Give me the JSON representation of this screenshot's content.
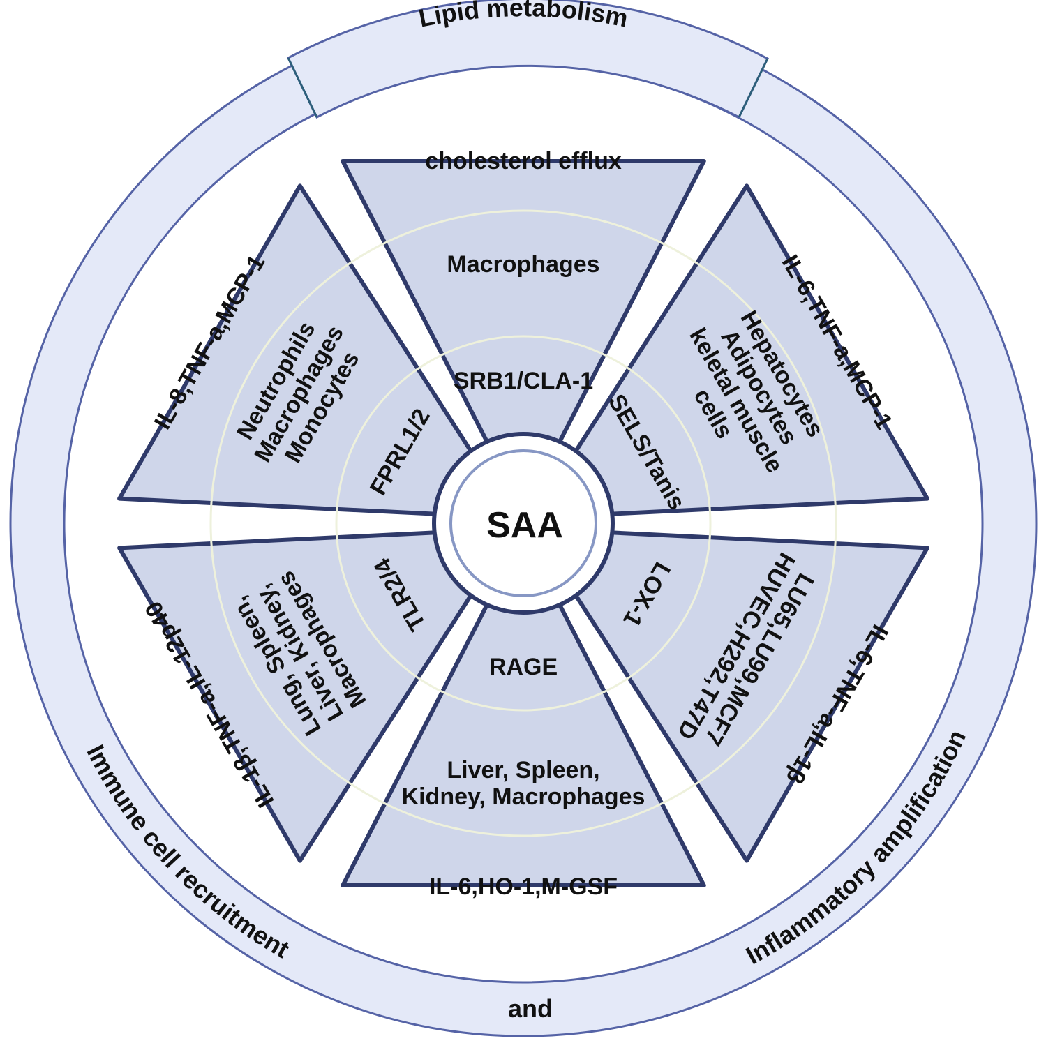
{
  "center": {
    "label": "SAA"
  },
  "outer_ring": {
    "top_label": "Lipid metabolism",
    "left_label": "Immune cell recruitment",
    "bottom_label": "and",
    "right_label": "Inflammatory amplification"
  },
  "sectors": [
    {
      "receptor": "SRB1/CLA-1",
      "cells": [
        "Macrophages"
      ],
      "effect": [
        "cholesterol efflux"
      ]
    },
    {
      "receptor": "SELS/Tanis",
      "cells": [
        "Hepatocytes",
        "Adipocytes",
        "keletal muscle",
        "cells"
      ],
      "effect": [
        "IL-6,TNF-a,MCP-1"
      ]
    },
    {
      "receptor": "LOX-1",
      "cells": [
        "LU65,LU99,MCF7",
        "HUVEC,H292,T47D"
      ],
      "effect": [
        "IL-6,TNF-a,IL-1β"
      ]
    },
    {
      "receptor": "RAGE",
      "cells": [
        "Liver, Spleen,",
        "Kidney, Macrophages"
      ],
      "effect": [
        "IL-6,HO-1,M-GSF"
      ]
    },
    {
      "receptor": "TLR2/4",
      "cells": [
        "Lung, Spleen,",
        "Liver, Kidney,",
        "Macrophages"
      ],
      "effect": [
        "IL-1β,TNF-a,IL-12p40"
      ]
    },
    {
      "receptor": "FPRL1/2",
      "cells": [
        "Neutrophils",
        "Macrophages",
        "Monocytes"
      ],
      "effect": [
        "IL-8,TNF-a,MCP-1"
      ]
    }
  ],
  "colors": {
    "sector_fill": "#cfd6ea",
    "sector_stroke": "#2f3a6a",
    "outer_band_fill": "#e4e9f8",
    "outer_stroke": "#5563a6",
    "inner_ring_stroke": "#eef1dc",
    "center_ring_stroke": "#8797c4"
  }
}
